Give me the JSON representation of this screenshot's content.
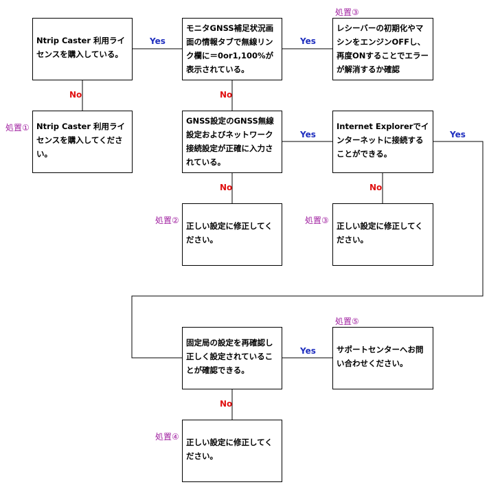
{
  "boxes": {
    "caster_license": "Ntrip Caster 利用ライセンスを購入している。",
    "monitor_gnss": "モニタGNSS補足状況画面の情報タブで無線リンク欄に＝0or1,100%が表示されている。",
    "receiver_reset": "レシーバーの初期化やマシンをエンジンOFFし、再度ONすることでエラーが解消するか確認",
    "buy_license": "Ntrip Caster 利用ライセンスを購入してください。",
    "gnss_settings": "GNSS設定のGNSS無線設定およびネットワーク接続設定が正確に入力されている。",
    "internet_explorer": "Internet Explorerでインターネットに接続することができる。",
    "fix_settings_2": "正しい設定に修正してください。",
    "fix_settings_3": "正しい設定に修正してください。",
    "base_station": "固定局の設定を再確認し正しく設定されていることが確認できる。",
    "support_center": "サポートセンターへお問い合わせください。",
    "fix_settings_4": "正しい設定に修正してください。"
  },
  "labels": {
    "yes": "Yes",
    "no": "No"
  },
  "tags": {
    "action_1": "処置①",
    "action_2": "処置②",
    "action_3": "処置③",
    "action_4": "処置④",
    "action_5": "処置⑤"
  }
}
